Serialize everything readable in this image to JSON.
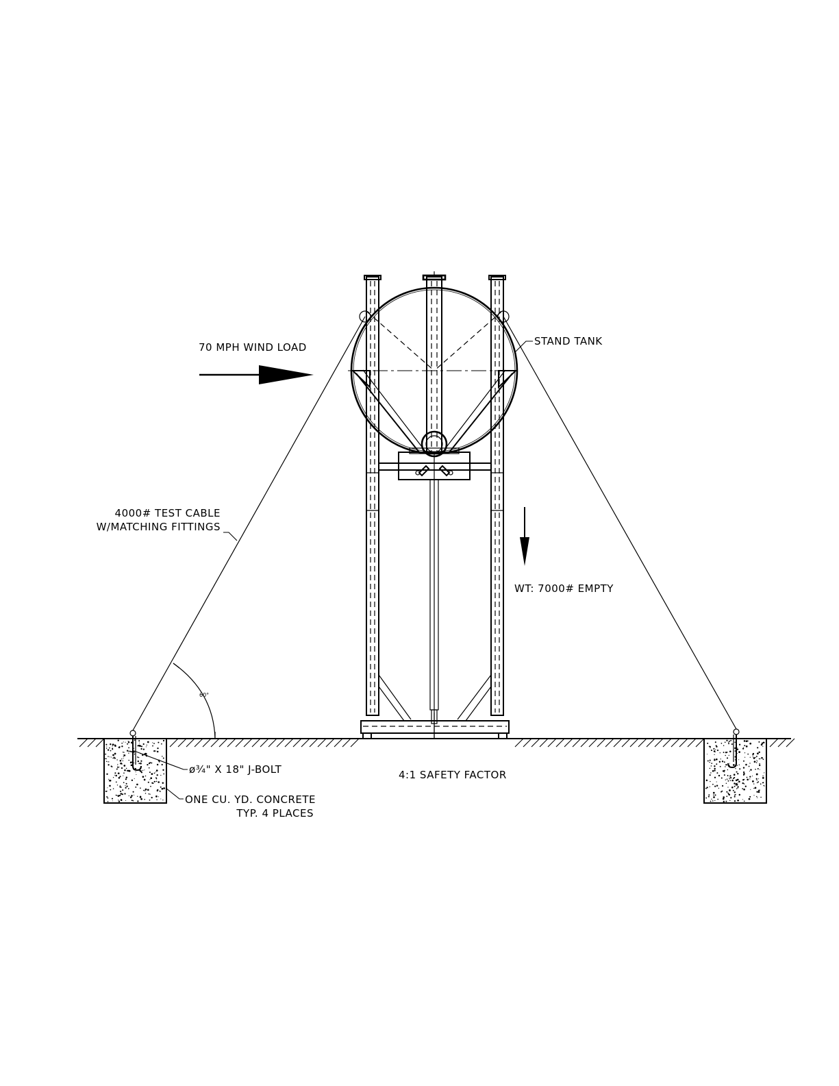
{
  "labels": {
    "wind_load": "70 MPH WIND LOAD",
    "stand_tank": "STAND TANK",
    "cable_line1": "4000# TEST CABLE",
    "cable_line2": "W/MATCHING FITTINGS",
    "weight": "WT: 7000# EMPTY",
    "angle": "60°",
    "jbolt": "ø¾\" X 18\" J-BOLT",
    "safety": "4:1 SAFETY FACTOR",
    "concrete_line1": "ONE CU. YD. CONCRETE",
    "concrete_line2": "TYP. 4 PLACES"
  },
  "colors": {
    "ink": "#000000",
    "paper": "#ffffff"
  }
}
